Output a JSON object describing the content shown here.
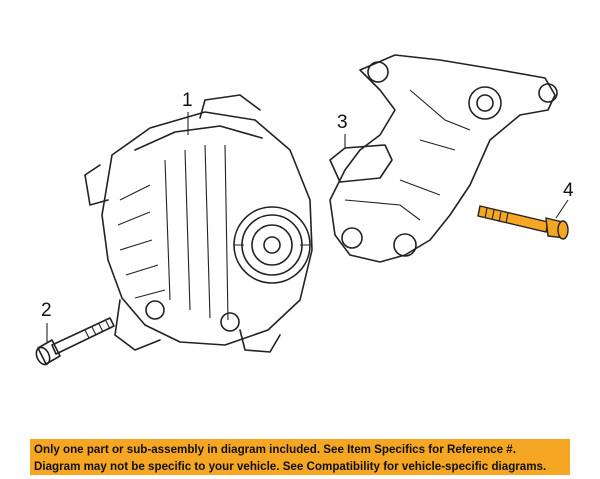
{
  "callouts": [
    {
      "id": "1",
      "label": "1"
    },
    {
      "id": "2",
      "label": "2"
    },
    {
      "id": "3",
      "label": "3"
    },
    {
      "id": "4",
      "label": "4"
    }
  ],
  "banner": {
    "line1": "Only one part or sub-assembly in diagram included. See Item Specifics for Reference #.",
    "line2": "Diagram may not be specific to your vehicle. See Compatibility for vehicle-specific diagrams.",
    "color": "#f5a623"
  },
  "highlight_color": "#f5a623"
}
